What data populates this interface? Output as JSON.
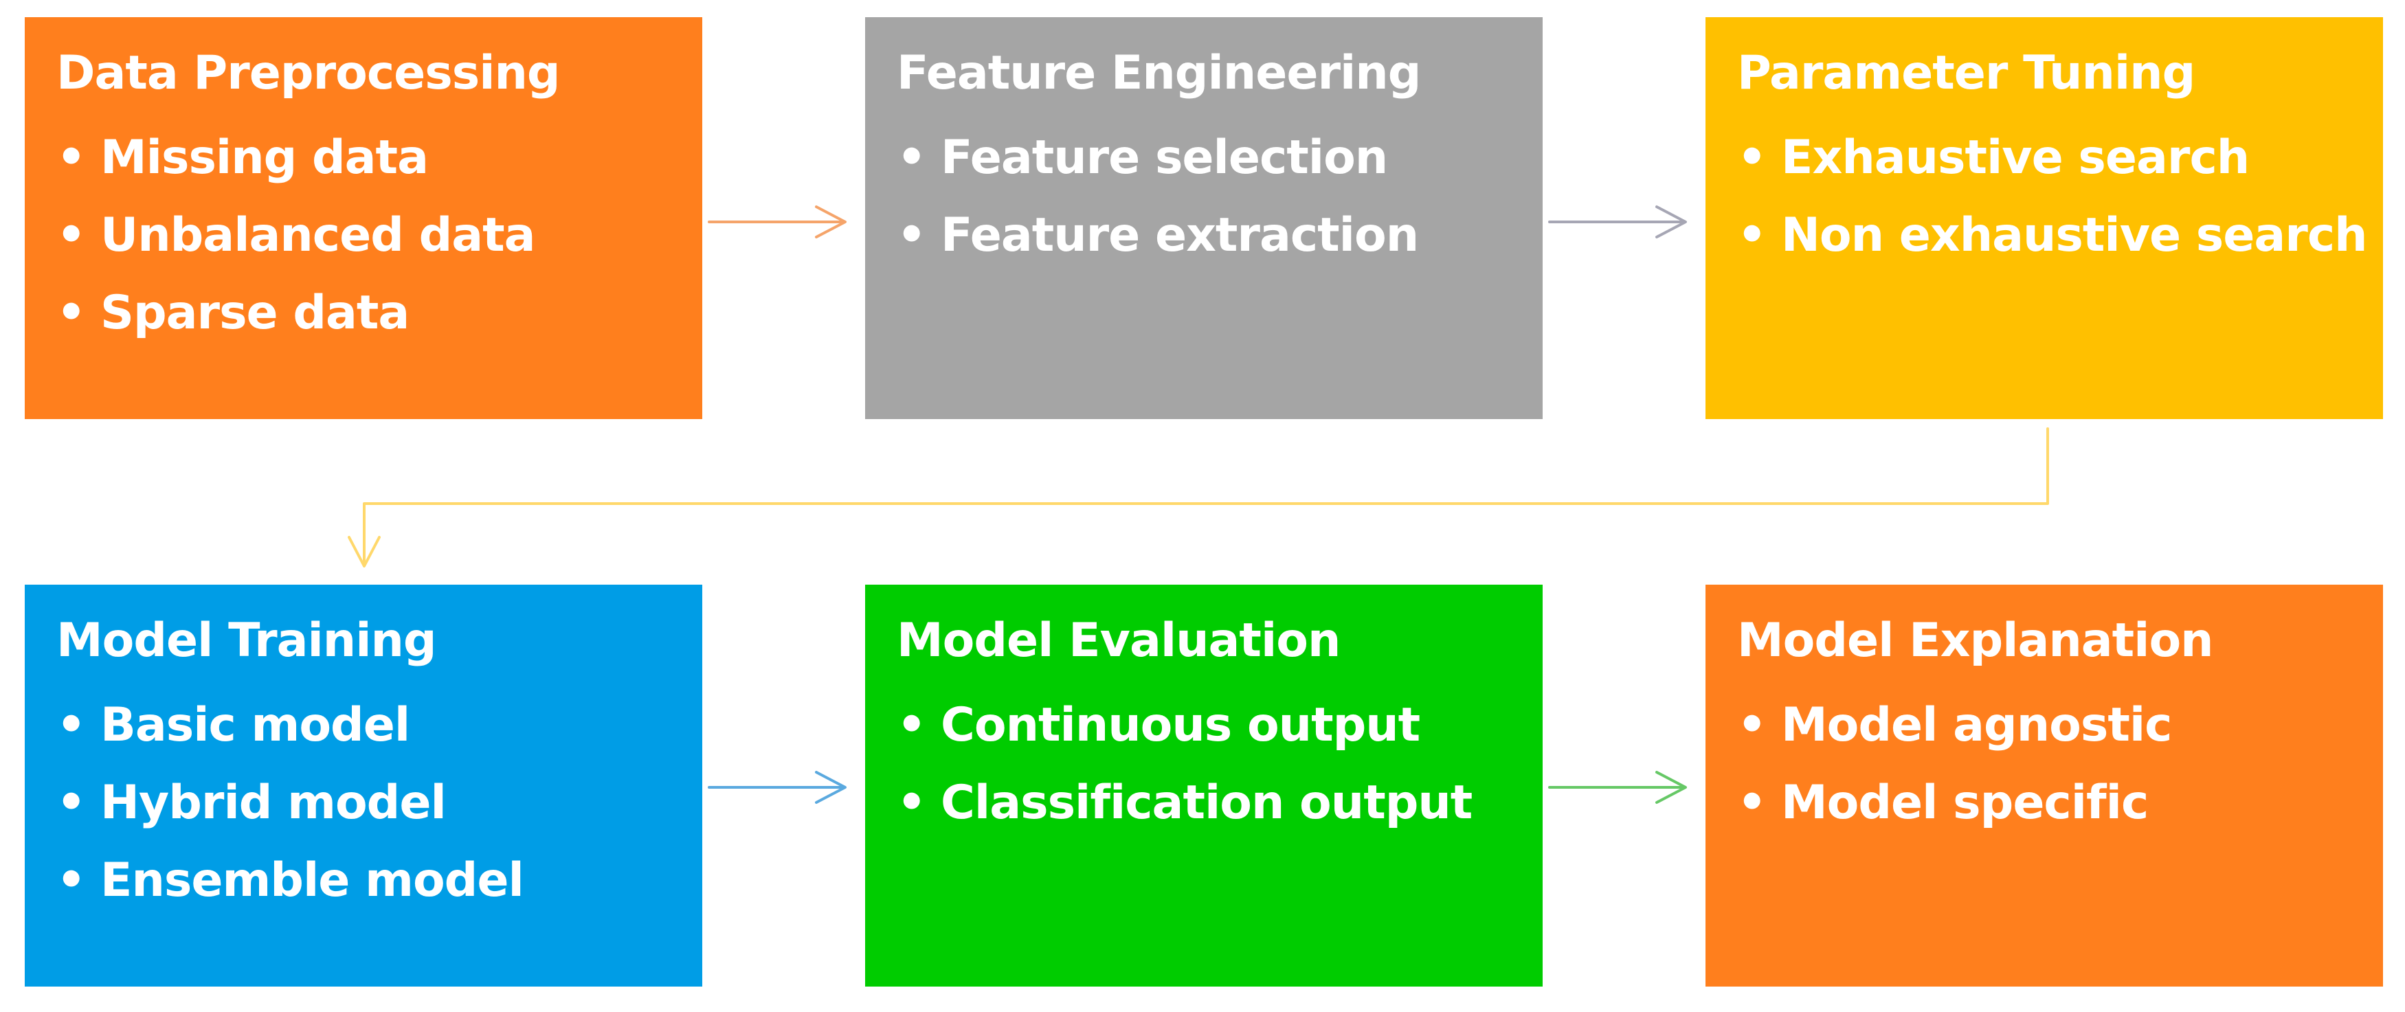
{
  "stages": [
    {
      "id": "data-preprocessing",
      "title": "Data Preprocessing",
      "color": "#ff7f1d",
      "items": [
        "Missing data",
        "Unbalanced data",
        "Sparse data"
      ]
    },
    {
      "id": "feature-engineering",
      "title": "Feature Engineering",
      "color": "#a5a5a5",
      "items": [
        "Feature selection",
        "Feature extraction"
      ]
    },
    {
      "id": "parameter-tuning",
      "title": "Parameter Tuning",
      "color": "#ffc000",
      "items": [
        "Exhaustive search",
        "Non exhaustive search"
      ]
    },
    {
      "id": "model-training",
      "title": "Model Training",
      "color": "#009de6",
      "items": [
        "Basic model",
        "Hybrid model",
        "Ensemble model"
      ]
    },
    {
      "id": "model-evaluation",
      "title": "Model Evaluation",
      "color": "#00cc00",
      "items": [
        "Continuous output",
        "Classification output"
      ]
    },
    {
      "id": "model-explanation",
      "title": "Model Explanation",
      "color": "#ff7f1d",
      "items": [
        "Model agnostic",
        "Model specific"
      ]
    }
  ],
  "connectors": [
    {
      "from": "data-preprocessing",
      "to": "feature-engineering",
      "color": "#f5a46a"
    },
    {
      "from": "feature-engineering",
      "to": "parameter-tuning",
      "color": "#a6a6b4"
    },
    {
      "from": "parameter-tuning",
      "to": "model-training",
      "color": "#ffd86b"
    },
    {
      "from": "model-training",
      "to": "model-evaluation",
      "color": "#5aa9df"
    },
    {
      "from": "model-evaluation",
      "to": "model-explanation",
      "color": "#66c866"
    }
  ],
  "bullet_glyph": "•"
}
